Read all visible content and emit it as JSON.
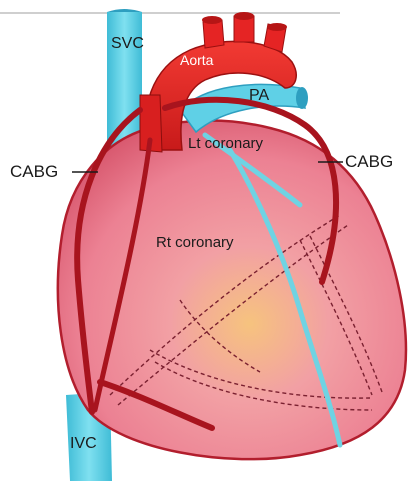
{
  "labels": {
    "svc": "SVC",
    "aorta": "Aorta",
    "pa": "PA",
    "lt_coronary": "Lt coronary",
    "rt_coronary": "Rt coronary",
    "cabg_left": "CABG",
    "cabg_right": "CABG",
    "ivc": "IVC"
  },
  "icons": {
    "heart": "heart-illustration"
  },
  "colors": {
    "background": "#ffffff",
    "heart_fill": "#f08fa0",
    "heart_outline": "#b21e2d",
    "aorta": "#e52424",
    "vena_cava": "#5fd0e6",
    "pulmonary_artery": "#5fd0e6",
    "coronary_artery": "#6fd3e3",
    "bypass_graft": "#a8141e",
    "label_text": "#1b1b1b",
    "label_on_aorta": "#ffffff"
  }
}
